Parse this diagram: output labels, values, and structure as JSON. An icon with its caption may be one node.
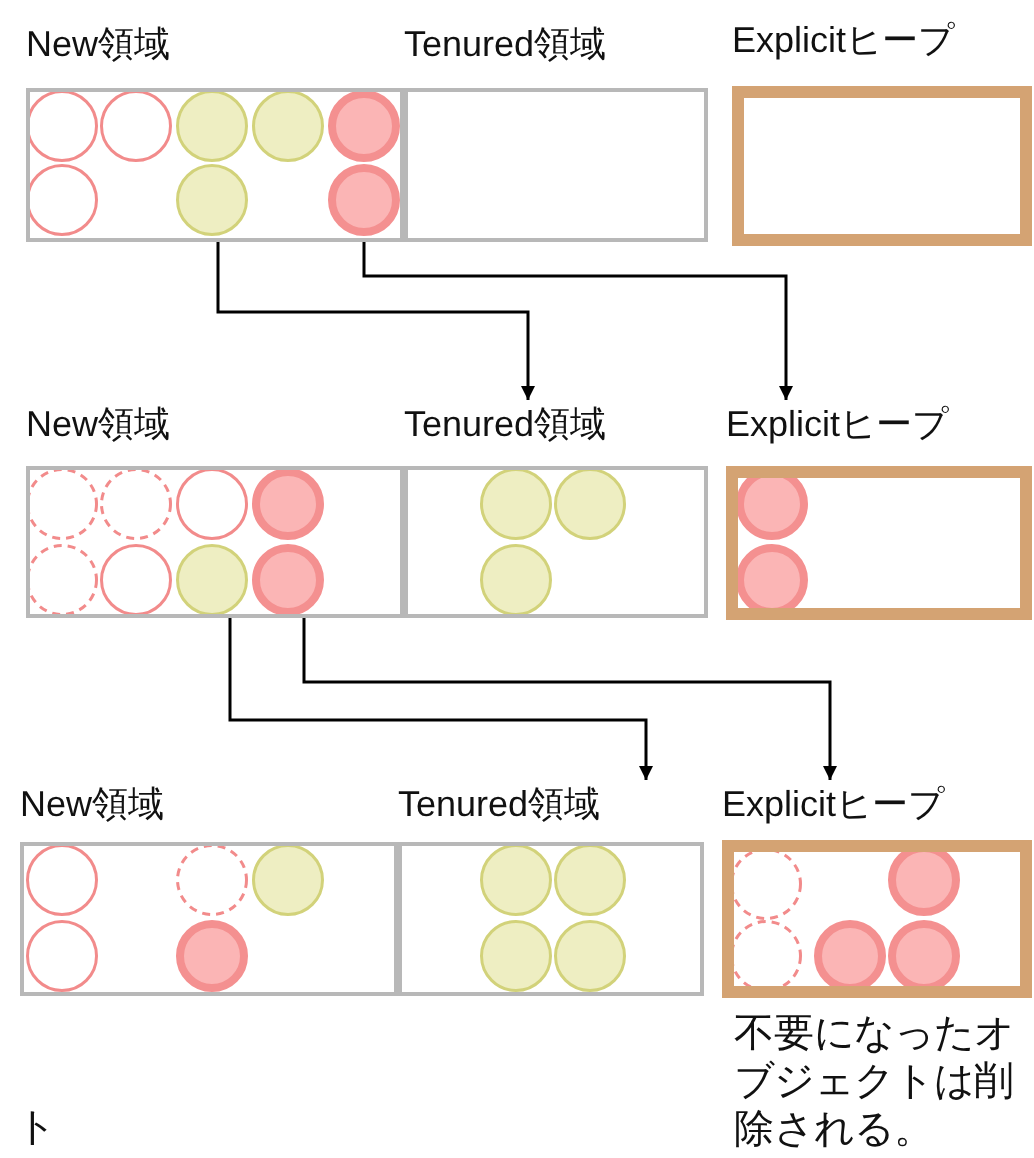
{
  "diagram": {
    "nodes": [
      {
        "text": [
          "New領域"
        ]
      },
      {
        "text": [
          "Tenured領域"
        ]
      },
      {
        "text": [
          "Explicitヒープ"
        ]
      },
      {
        "text": [
          "New領域"
        ]
      },
      {
        "text": [
          "Tenured領域"
        ]
      },
      {
        "text": [
          "Explicitヒープ"
        ]
      },
      {
        "text": [
          "New領域"
        ]
      },
      {
        "text": [
          "Tenured領域"
        ]
      },
      {
        "text": [
          "Explicitヒープ"
        ],
        "beside": [
          "不要になったオブジェクトは削除される。"
        ]
      }
    ],
    "edges": [
      {
        "from": 0,
        "to": 4,
        "arrow": "to"
      },
      {
        "from": 0,
        "to": 5,
        "arrow": "to"
      },
      {
        "from": 3,
        "to": 7,
        "arrow": "to"
      },
      {
        "from": 3,
        "to": 8,
        "arrow": "to"
      }
    ],
    "labels": [
      "ト"
    ]
  }
}
